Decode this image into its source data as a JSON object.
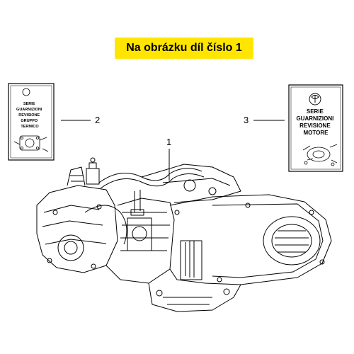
{
  "header": {
    "title": "Na obrázku díl číslo 1"
  },
  "callouts": {
    "c1": "1",
    "c2": "2",
    "c3": "3"
  },
  "card_left": {
    "lines": [
      "SERIE",
      "GUARNIZIONI",
      "REVISIONE",
      "GRUPPO",
      "TERMICO"
    ]
  },
  "card_right": {
    "lines": [
      "SERIE",
      "GUARNIZIONI",
      "REVISIONE",
      "MOTORE"
    ]
  },
  "colors": {
    "banner": "#ffe500",
    "line": "#000000"
  }
}
